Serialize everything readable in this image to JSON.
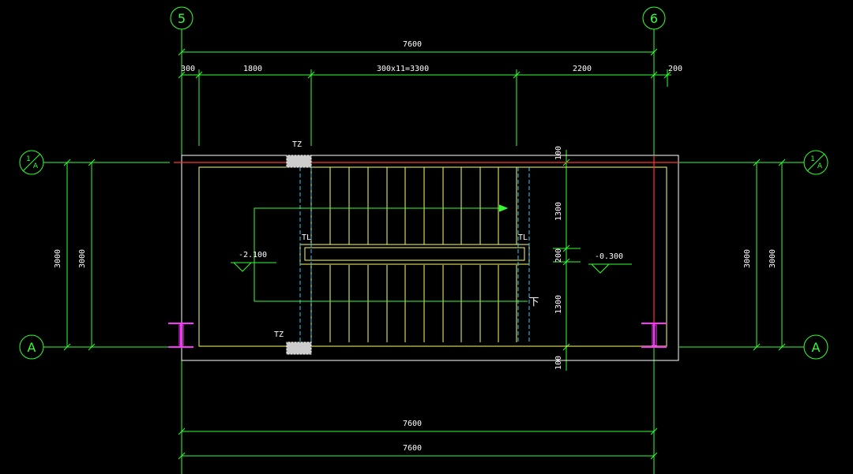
{
  "colors": {
    "background": "#000000",
    "dimension": "#33ff33",
    "wall": "#ffffff",
    "stair": "#ffff66",
    "centerline": "#33ccff",
    "axis_red": "#ff3333",
    "column": "#ff33ff"
  },
  "axes": {
    "top_left": "5",
    "top_right": "6",
    "left_top_num": "1",
    "left_top_letter": "A",
    "right_top_num": "1",
    "right_top_letter": "A",
    "left_bottom": "A",
    "right_bottom": "A"
  },
  "dimensions": {
    "top_total": "7600",
    "top_seg1": "300",
    "top_seg2": "1800",
    "top_seg3": "300x11=3300",
    "top_seg4": "2200",
    "top_seg5": "200",
    "bottom_total1": "7600",
    "bottom_total2": "7600",
    "left_outer": "3000",
    "left_inner": "3000",
    "right_inner": "3000",
    "right_outer": "3000",
    "right_v1": "100",
    "right_v2": "1300",
    "right_v3": "200",
    "right_v4": "1300",
    "right_v5": "100"
  },
  "labels": {
    "tz_top": "TZ",
    "tz_bottom": "TZ",
    "tl_left": "TL",
    "tl_right": "TL",
    "down_mark": "下",
    "level_left": "-2.100",
    "level_right": "-0.300"
  }
}
